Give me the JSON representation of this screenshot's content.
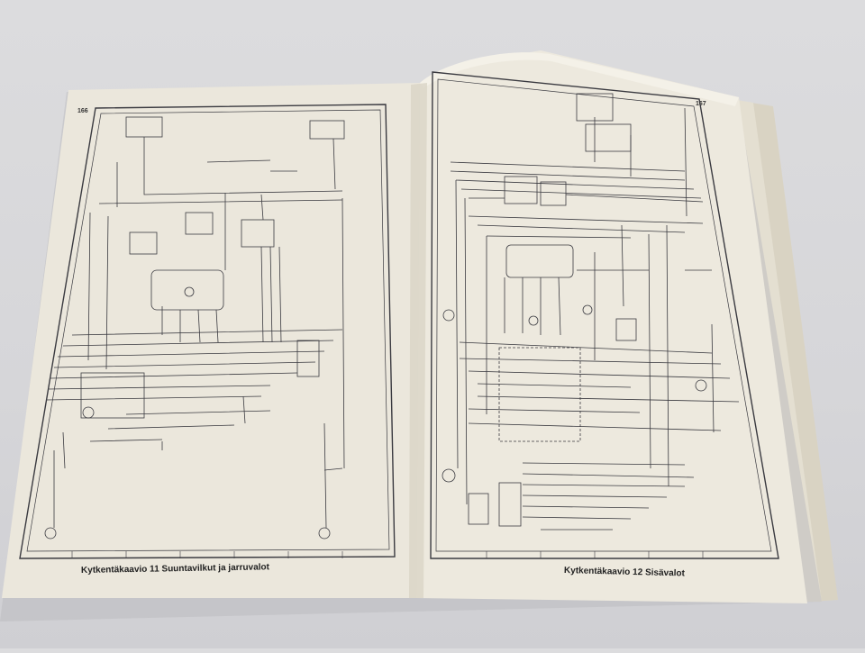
{
  "book": {
    "left_page": {
      "page_number": "166",
      "caption": "Kytkentäkaavio 11  Suuntavilkut ja jarruvalot"
    },
    "right_page": {
      "page_number": "167",
      "caption": "Kytkentäkaavio 12  Sisävalot"
    }
  },
  "colors": {
    "paper": "#ece8dc",
    "ink": "#3a3a40",
    "background": "#d8d8db"
  }
}
